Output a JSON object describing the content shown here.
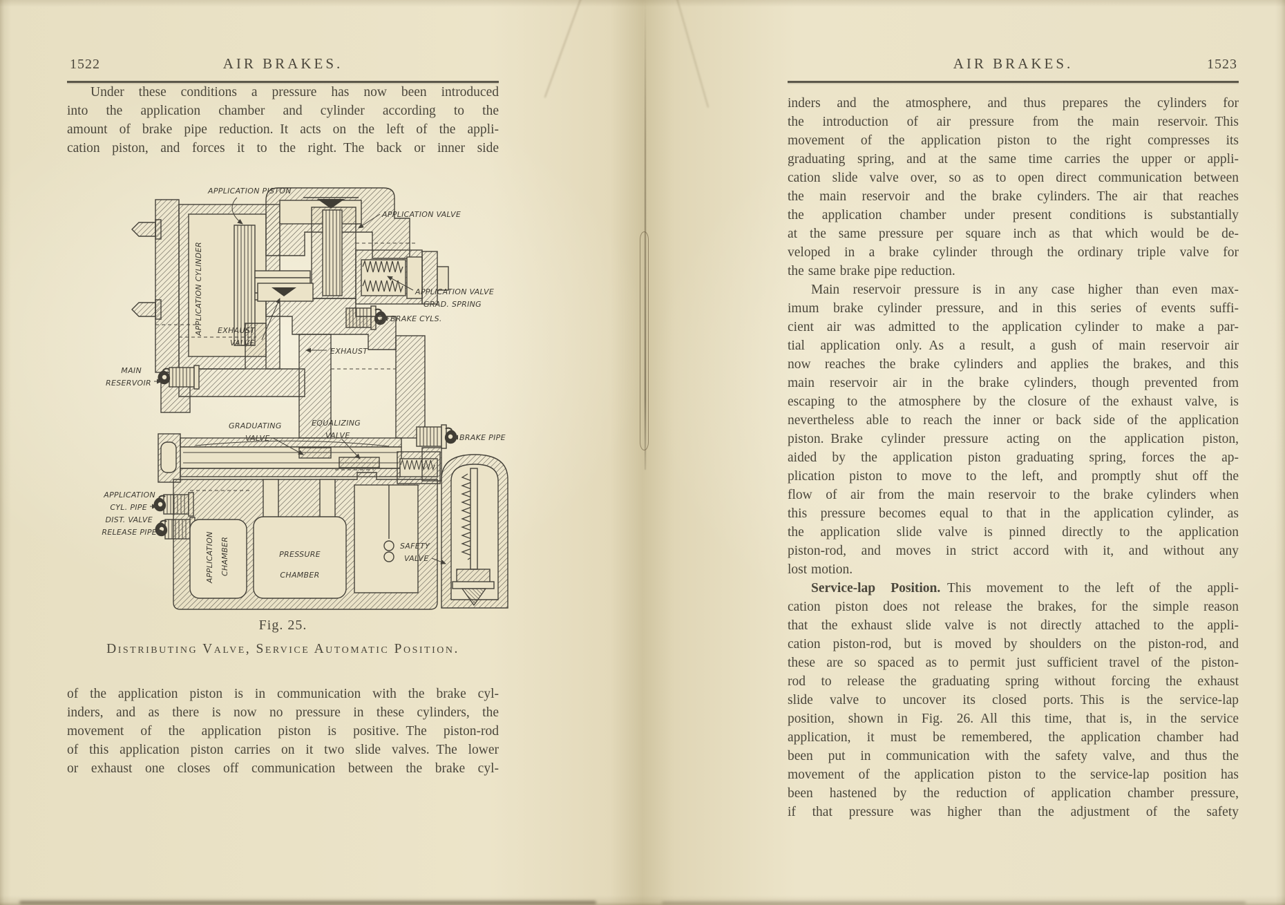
{
  "page_left": {
    "page_number": "1522",
    "running_title": "AIR BRAKES.",
    "paragraph_1": {
      "lines": [
        {
          "text": "Under these conditions a pressure has now been introduced",
          "indent": true
        },
        {
          "text": "into the application chamber and cylinder according to the"
        },
        {
          "text": "amount of brake pipe reduction. It acts on the left of the appli-"
        },
        {
          "text": "cation piston, and forces it to the right. The back or inner side"
        }
      ]
    },
    "figure": {
      "fig_label": "Fig. 25.",
      "caption": "Distributing Valve, Service Automatic Position.",
      "labels": {
        "application_piston": "APPLICATION PISTON",
        "application_cylinder": "APPLICATION CYLINDER",
        "application_valve": "APPLICATION VALVE",
        "application_valve_grad_spring": [
          "APPLICATION VALVE",
          "GRAD. SPRING"
        ],
        "brake_cyls": "BRAKE CYLS.",
        "exhaust": "EXHAUST",
        "exhaust_valve": [
          "EXHAUST",
          "VALVE"
        ],
        "main_reservoir": [
          "MAIN",
          "RESERVOIR"
        ],
        "graduating_valve": [
          "GRADUATING",
          "VALVE"
        ],
        "equalizing_valve": [
          "EQUALIZING",
          "VALVE"
        ],
        "brake_pipe": "BRAKE PIPE",
        "application_cyl_pipe": [
          "APPLICATION",
          "CYL. PIPE"
        ],
        "dist_valve_release_pipe": [
          "DIST. VALVE",
          "RELEASE PIPE"
        ],
        "application_chamber": [
          "APPLICATION",
          "CHAMBER"
        ],
        "pressure_chamber": [
          "PRESSURE",
          "CHAMBER"
        ],
        "safety_valve": [
          "SAFETY",
          "VALVE"
        ]
      }
    },
    "paragraph_2": {
      "lines": [
        {
          "text": "of the application piston is in communication with the brake cyl-"
        },
        {
          "text": "inders, and as there is now no pressure in these cylinders, the"
        },
        {
          "text": "movement of the application piston is positive. The piston-rod"
        },
        {
          "text": "of this application piston carries on it two slide valves. The lower"
        },
        {
          "text": "or exhaust one closes off communication between the brake cyl-"
        }
      ]
    }
  },
  "page_right": {
    "page_number": "1523",
    "running_title": "AIR BRAKES.",
    "paragraphs": [
      {
        "lines": [
          {
            "text": "inders and the atmosphere, and thus prepares the cylinders for"
          },
          {
            "text": "the introduction of air pressure from the main reservoir. This"
          },
          {
            "text": "movement of the application piston to the right compresses its"
          },
          {
            "text": "graduating spring, and at the same time carries the upper or appli-"
          },
          {
            "text": "cation slide valve over, so as to open direct communication between"
          },
          {
            "text": "the main reservoir and the brake cylinders. The air that reaches"
          },
          {
            "text": "the application chamber under present conditions is substantially"
          },
          {
            "text": "at the same pressure per square inch as that which would be de-"
          },
          {
            "text": "veloped in a brake cylinder through the ordinary triple valve for"
          },
          {
            "text": "the same brake pipe reduction.",
            "last": true
          }
        ]
      },
      {
        "lines": [
          {
            "text": "Main reservoir pressure is in any case higher than even max-",
            "indent": true
          },
          {
            "text": "imum brake cylinder pressure, and in this series of events suffi-"
          },
          {
            "text": "cient air was admitted to the application cylinder to make a par-"
          },
          {
            "text": "tial application only. As a result, a gush of main reservoir air"
          },
          {
            "text": "now reaches the brake cylinders and applies the brakes, and this"
          },
          {
            "text": "main reservoir air in the brake cylinders, though prevented from"
          },
          {
            "text": "escaping to the atmosphere by the closure of the exhaust valve, is"
          },
          {
            "text": "nevertheless able to reach the inner or back side of the application"
          },
          {
            "text": "piston. Brake cylinder pressure acting on the application piston,"
          },
          {
            "text": "aided by the application piston graduating spring, forces the ap-"
          },
          {
            "text": "plication piston to move to the left, and promptly shut off the"
          },
          {
            "text": "flow of air from the main reservoir to the brake cylinders when"
          },
          {
            "text": "this pressure becomes equal to that in the application cylinder, as"
          },
          {
            "text": "the application slide valve is pinned directly to the application"
          },
          {
            "text": "piston-rod, and moves in strict accord with it, and without any"
          },
          {
            "text": "lost motion.",
            "last": true
          }
        ]
      },
      {
        "lines": [
          {
            "bold": "Service-lap Position.",
            "text": "This movement to the left of the appli-",
            "indent": true
          },
          {
            "text": "cation piston does not release the brakes, for the simple reason"
          },
          {
            "text": "that the exhaust slide valve is not directly attached to the appli-"
          },
          {
            "text": "cation piston-rod, but is moved by shoulders on the piston-rod, and"
          },
          {
            "text": "these are so spaced as to permit just sufficient travel of the piston-"
          },
          {
            "text": "rod to release the graduating spring without forcing the exhaust"
          },
          {
            "text": "slide valve to uncover its closed ports. This is the service-lap"
          },
          {
            "text": "position, shown in Fig. 26. All this time, that is, in the service"
          },
          {
            "text": "application, it must be remembered, the application chamber had"
          },
          {
            "text": "been put in communication with the safety valve, and thus the"
          },
          {
            "text": "movement of the application piston to the service-lap position has"
          },
          {
            "text": "been hastened by the reduction of application chamber pressure,"
          },
          {
            "text": "if that pressure was higher than the adjustment of the safety"
          }
        ]
      }
    ]
  }
}
